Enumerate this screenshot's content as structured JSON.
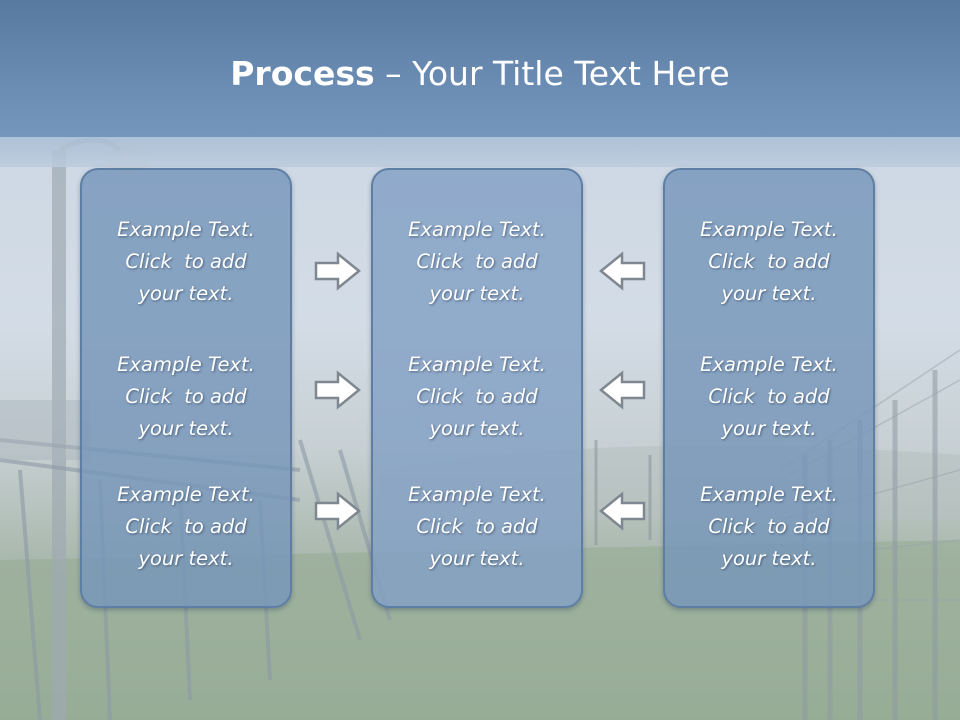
{
  "title": {
    "bold": "Process",
    "rest": " – Your Title Text Here"
  },
  "panels": [
    {
      "items": [
        {
          "lines": [
            "Example Text.",
            "Click  to add",
            "your text."
          ]
        },
        {
          "lines": [
            "Example Text.",
            "Click  to add",
            "your text."
          ]
        },
        {
          "lines": [
            "Example Text.",
            "Click  to add",
            "your text."
          ]
        }
      ]
    },
    {
      "items": [
        {
          "lines": [
            "Example Text.",
            "Click  to add",
            "your text."
          ]
        },
        {
          "lines": [
            "Example Text.",
            "Click  to add",
            "your text."
          ]
        },
        {
          "lines": [
            "Example Text.",
            "Click  to add",
            "your text."
          ]
        }
      ]
    },
    {
      "items": [
        {
          "lines": [
            "Example Text.",
            "Click  to add",
            "your text."
          ]
        },
        {
          "lines": [
            "Example Text.",
            "Click  to add",
            "your text."
          ]
        },
        {
          "lines": [
            "Example Text.",
            "Click  to add",
            "your text."
          ]
        }
      ]
    }
  ],
  "arrows": {
    "left_group": "arrow-right-icon",
    "right_group": "arrow-left-icon"
  },
  "colors": {
    "title_band": "#6a8cb3",
    "panel_fill": "#7696ba",
    "panel_border": "#5f7ea3",
    "text": "#ffffff"
  }
}
